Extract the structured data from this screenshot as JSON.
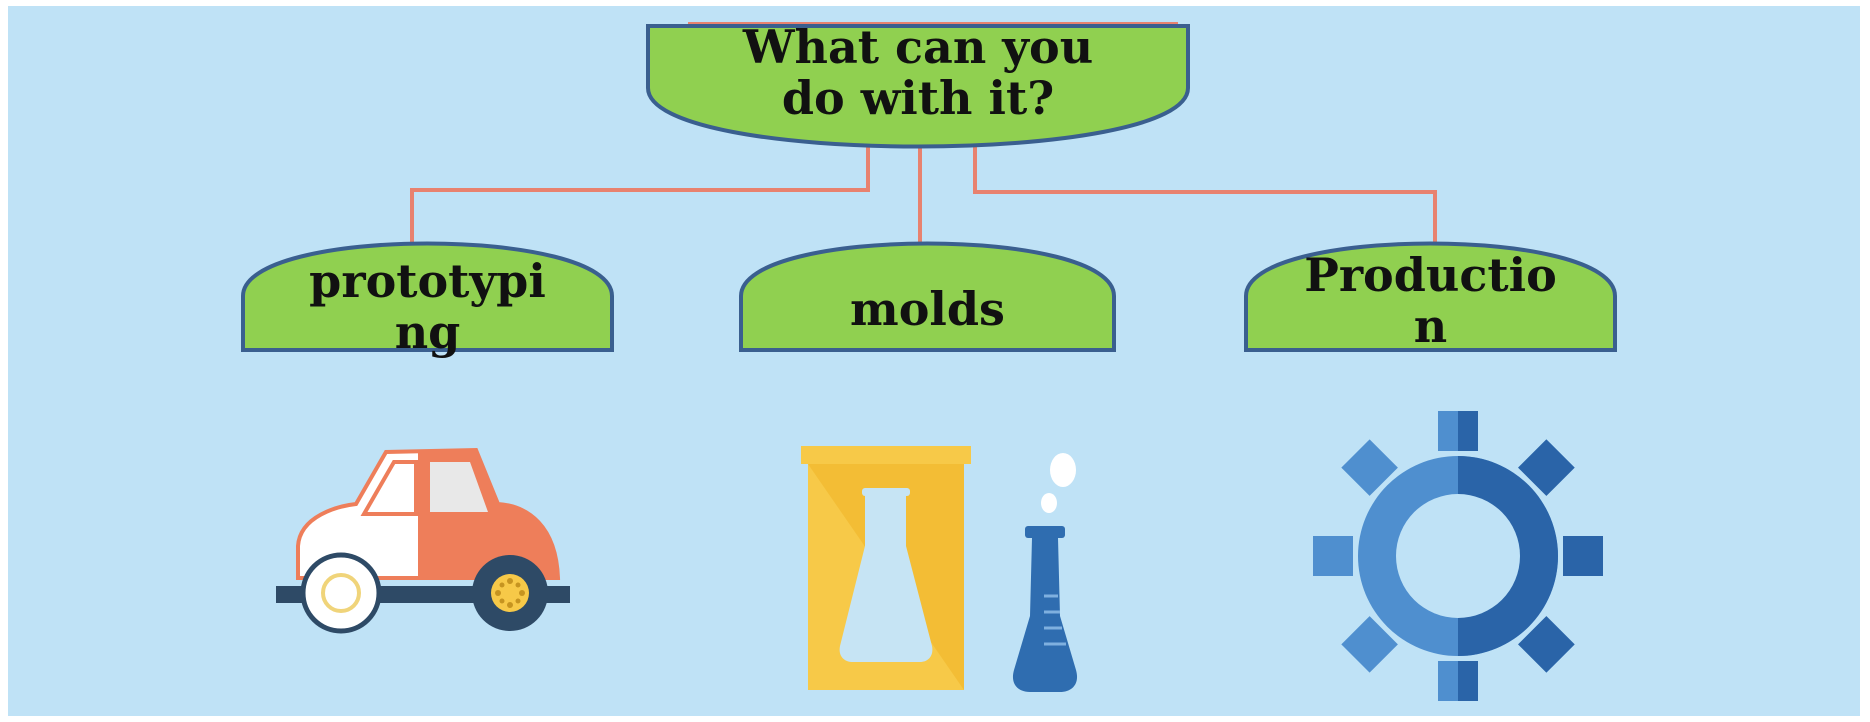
{
  "title": "What can you do with it?",
  "title_lines": [
    "What can you",
    "do with it?"
  ],
  "branches": [
    {
      "label": "prototyping",
      "lines": [
        "prototypi",
        "ng"
      ],
      "icon": "car-icon"
    },
    {
      "label": "molds",
      "lines": [
        "molds"
      ],
      "icon": "lab-flask-icon"
    },
    {
      "label": "Production",
      "lines": [
        "Productio",
        "n"
      ],
      "icon": "gear-icon"
    }
  ],
  "colors": {
    "background": "#bfe2f6",
    "node_fill": "#90d050",
    "node_border": "#3a5f8f",
    "connector": "#e8826f"
  }
}
